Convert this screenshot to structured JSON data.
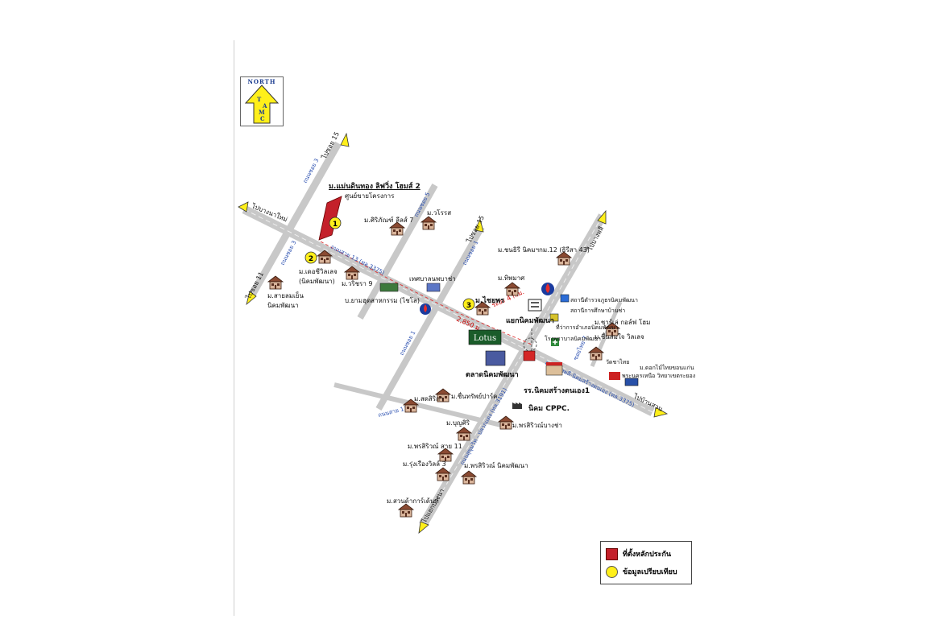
{
  "north": {
    "title": "NORTH",
    "letters": [
      "T",
      "A",
      "M",
      "C"
    ]
  },
  "legend": {
    "collateral": "ที่ตั้งหลักประกัน",
    "comparable": "ข้อมูลเปรียบเทียบ"
  },
  "directions": {
    "nw": "ไปบางนาใหม่",
    "n1": "ไปซอย 15",
    "n2": "ไปซอย 15",
    "ne": "ไปบางพลี",
    "w": "ไปซอย 11",
    "e": "ไปบ้านสวน",
    "s": "ไปแยกบางนา"
  },
  "roads": {
    "main": "ถนนสาย 13 (ทล.3375)",
    "soi3": "ถนนซอย 3",
    "soi3b": "ถนนซอย 3",
    "soi5": "ถนนซอย 5",
    "soi1": "ถนนซอย 1",
    "soi1b": "ถนนซอย 1",
    "soi11": "ถนนสาย 11",
    "sukhumvit": "ถนนสุขุมวิท - ปลวกแดง (ทล.3191)",
    "bangna": "ถนนบางพลี-นิคมสร้างตนเอง (ทล.3375)",
    "soi7": "ซอยไทย 7"
  },
  "distances": {
    "d1": "2,850 ม.",
    "d2": "ระยะ 4 ก.ม."
  },
  "markers": {
    "m1": "1",
    "m2": "2",
    "m3": "3"
  },
  "places": {
    "project": "ม.แม่นดินทอง ลิฟวิ่ง โฮมส์ 2",
    "sales": "ศูนย์ขายโครงการ",
    "siri": "ม.ศิริภัณฑ์ ลีลส์ 7",
    "kawin": "ม.วโรรส",
    "lecheer": "ม.เดอชีวิลเลจ",
    "lecheer2": "(นิคมพัฒนา)",
    "wirin": "ม.วริชรา 9",
    "saiyon": "ม.สายลมเย็น",
    "saiyon2": "นิคมพัฒนา",
    "bandit": "บ.ยามฮุดสาหกรรม (ไชโล)",
    "thesaban": "เทศบาลนพบาช่า",
    "chaiyaporn": "ม.ไชยพร",
    "thipmart": "ม.ทิพมาศ",
    "sanniti": "ม.ชนธิรี นิคมฯกม.12 (ธิรีสา 43)",
    "police": "สถานีตำรวจภูธรนิคมพัฒนา",
    "edu": "สถานีการศึกษาบ้านช่า",
    "mayor": "ที่ว่าการอำเภอนิคมพัฒนา",
    "hospital": "โรงพยาบาลนิคมพัฒนา",
    "marketcross": "แยกนิคมพัฒนา",
    "lotus": "Lotus",
    "market": "ตลาดนิคมพัฒนา",
    "school": "รร.นิคมสร้างตนเอง1",
    "chitrada": "ม.ชาร์เล่ กอล์ฟ โฮม",
    "chaoarree": "ม.ชื่นสมใจ วิลเลจ",
    "temple": "วัดชาไทย",
    "bus": "ม.ดอกไม้ไทยขอนแก่น",
    "bus2": "พระนครเหนือ วิทยาเขตระยอง",
    "saedsiri": "ม.สดสิริกา",
    "chanthip": "ม.ชื่นทรัพย์ปาร์ค",
    "cppc": "นิคม CPPC.",
    "boonsiri": "ม.บุญศิริ",
    "porn1": "ม.พรสิริวณ์บางช่า",
    "porn2": "ม.พรสิริวณ์ สาย 11",
    "rung": "ม.รุ่งเรืองวิลล์ 3",
    "porn3": "ม.พรสิริวณ์ นิคมพัฒนา",
    "suan": "ม.สวนด้าการ์เด้นท์"
  },
  "colors": {
    "road": "#c8c8c8",
    "road_edge": "#a6a6a6",
    "collateral": "#c4202a",
    "comparable": "#ffef1a",
    "road_text": "#2a4fb0",
    "arrow": "#ffef1a"
  }
}
